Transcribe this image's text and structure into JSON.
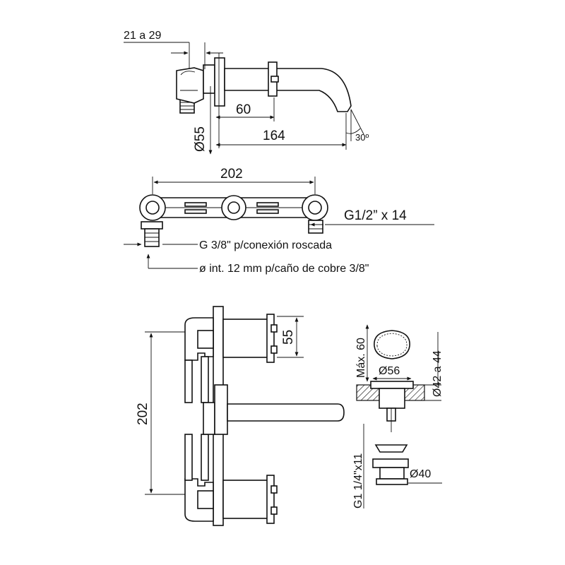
{
  "labels": {
    "side_width": "21 a 29",
    "side_60": "60",
    "side_164": "164",
    "side_d55": "Ø55",
    "side_angle": "30º",
    "top_202": "202",
    "top_g12": "G1/2” x 14",
    "top_g38": "G 3/8\" p/conexión roscada",
    "top_oint": "ø int. 12 mm p/caño de cobre 3/8\"",
    "front_55": "55",
    "front_202": "202",
    "det_max60": "Máx. 60",
    "det_d56": "Ø56",
    "det_d42": "Ø42 a 44",
    "det_thread": "G1 1/4\"x11",
    "det_d40": "Ø40"
  }
}
